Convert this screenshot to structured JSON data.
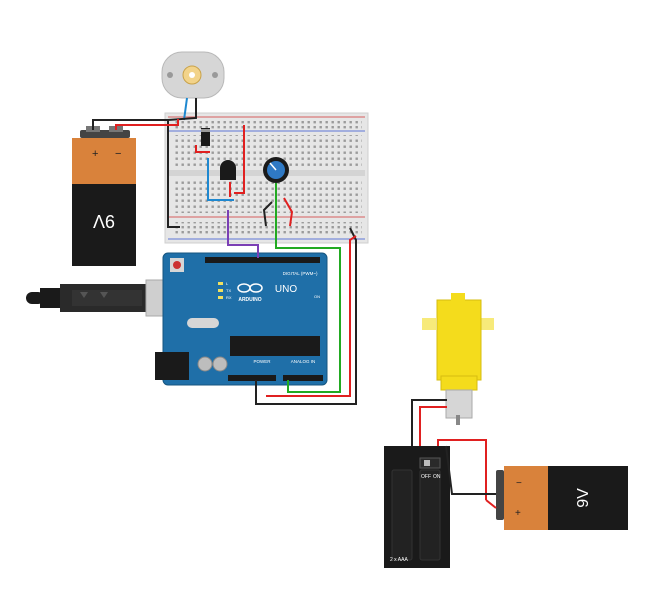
{
  "battery_top": {
    "label": "9V",
    "plus": "+",
    "minus": "−"
  },
  "battery_bottom": {
    "label": "9V",
    "plus": "+",
    "minus": "−"
  },
  "arduino": {
    "brand": "ARDUINO",
    "model": "UNO",
    "digital_header": "DIGITAL (PWM~)",
    "power_header": "POWER",
    "analog_header": "ANALOG IN",
    "led_l": "L",
    "led_tx": "TX",
    "led_rx": "RX",
    "on_label": "ON"
  },
  "aaa_pack": {
    "label": "2 x AAA",
    "off": "OFF",
    "on": "ON"
  },
  "colors": {
    "wire_red": "#e02020",
    "wire_black": "#222222",
    "wire_green": "#22aa22",
    "wire_blue": "#1e88d0",
    "wire_purple": "#7b3fb5",
    "arduino_blue": "#1f6fa8",
    "battery_orange": "#d9823b",
    "motor_yellow": "#f4dc1c"
  }
}
